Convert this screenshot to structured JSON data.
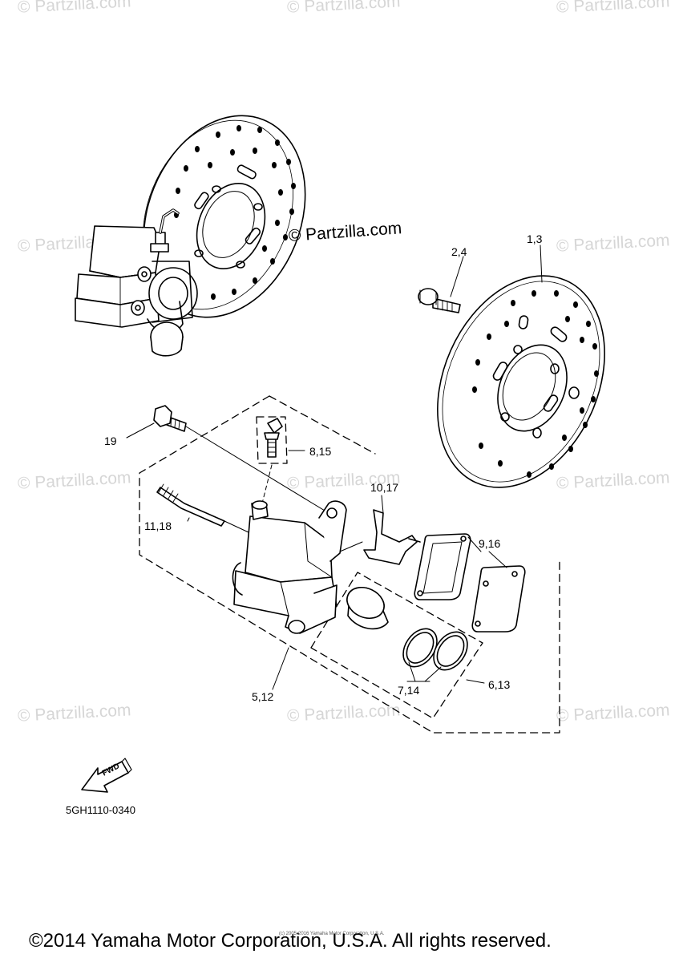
{
  "watermark": {
    "text": "© Partzilla.com"
  },
  "main_watermark": {
    "text": "© Partzilla.com"
  },
  "callouts": {
    "c1_3": "1,3",
    "c2_4": "2,4",
    "c19": "19",
    "c8_15": "8,15",
    "c10_17": "10,17",
    "c11_18": "11,18",
    "c9_16": "9,16",
    "c5_12": "5,12",
    "c7_14": "7,14",
    "c6_13": "6,13"
  },
  "fwd_label": "FWD",
  "diagram_code": "5GH1110-0340",
  "small_copyright": "(c) 2005-2016 Yamaha Motor Corporation, U.S.A.",
  "copyright": "©2014 Yamaha Motor Corporation, U.S.A. All rights reserved.",
  "colors": {
    "line": "#000000",
    "watermark": "#d6d6d6"
  },
  "icons": [
    "fwd-arrow-icon"
  ]
}
